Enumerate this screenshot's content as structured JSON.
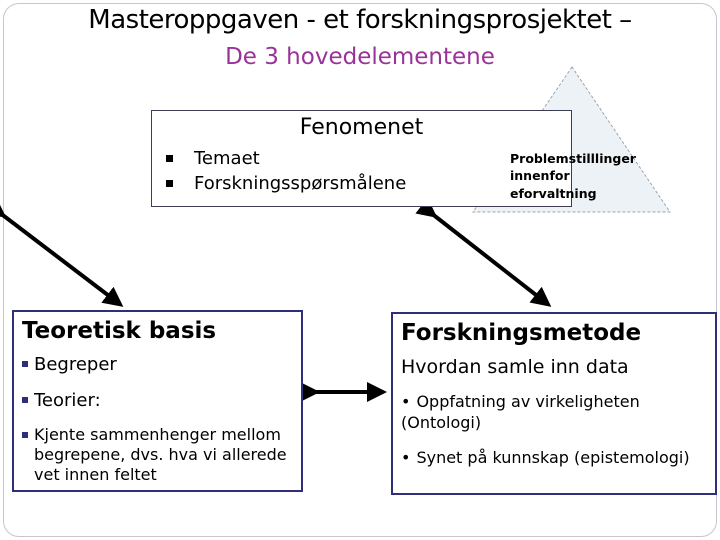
{
  "slide": {
    "title": "Masteroppgaven - et forskningsprosjektet –",
    "subtitle": "De 3 hovedelementene",
    "colors": {
      "subtitle": "#993399",
      "box_border": "#2e2e7a",
      "top_box_border": "#3d3d4f",
      "triangle_fill": "#edf2f7",
      "triangle_border": "#9aa5ae",
      "arrow": "#000000",
      "frame_border": "#c6c6ce"
    }
  },
  "fenomenet_box": {
    "title": "Fenomenet",
    "bullets": [
      "Temaet",
      "Forskningsspørsmålene"
    ]
  },
  "triangle_note": {
    "text": "Problemstilllinger\ninnenfor\neforvaltning"
  },
  "teoretisk_box": {
    "title": "Teoretisk basis",
    "bullets": [
      "Begreper",
      "Teorier:",
      "Kjente sammenhenger mellom begrepene, dvs. hva vi allerede vet innen feltet"
    ]
  },
  "metode_box": {
    "title": "Forskningsmetode",
    "intro": "Hvordan samle inn data",
    "bullet_glyph": "•",
    "bullets": [
      "Oppfatning av virkeligheten (Ontologi)",
      "Synet på kunnskap (epistemologi)"
    ]
  }
}
